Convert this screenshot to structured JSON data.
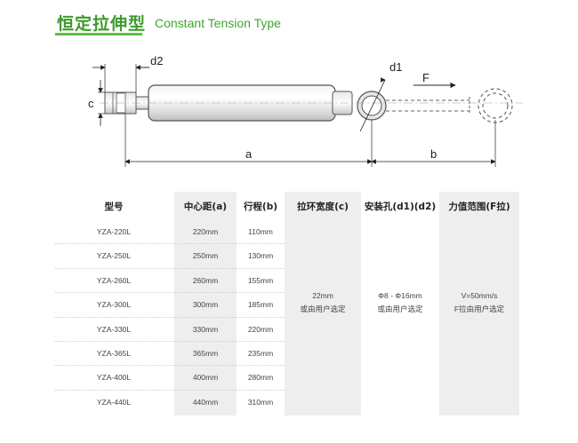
{
  "header": {
    "title_zh": "恒定拉伸型",
    "title_en": "Constant Tension Type"
  },
  "drawing": {
    "labels": {
      "d2": "d2",
      "c": "c",
      "d1": "d1",
      "F": "F",
      "a": "a",
      "b": "b"
    }
  },
  "table": {
    "headers": [
      "型号",
      "中心距(a)",
      "行程(b)",
      "拉环宽度(c)",
      "安装孔(d1)(d2)",
      "力值范围(F拉)"
    ],
    "rows": [
      {
        "model": "YZA-220L",
        "a": "220mm",
        "b": "110mm"
      },
      {
        "model": "YZA-250L",
        "a": "250mm",
        "b": "130mm"
      },
      {
        "model": "YZA-260L",
        "a": "260mm",
        "b": "155mm"
      },
      {
        "model": "YZA-300L",
        "a": "300mm",
        "b": "185mm"
      },
      {
        "model": "YZA-330L",
        "a": "330mm",
        "b": "220mm"
      },
      {
        "model": "YZA-365L",
        "a": "365mm",
        "b": "235mm"
      },
      {
        "model": "YZA-400L",
        "a": "400mm",
        "b": "280mm"
      },
      {
        "model": "YZA-440L",
        "a": "440mm",
        "b": "310mm"
      }
    ],
    "ring_width": {
      "line1": "22mm",
      "line2": "或由用户选定"
    },
    "mount_hole": {
      "line1": "Φ8 - Φ16mm",
      "line2": "或由用户选定"
    },
    "force_range": {
      "line1": "V=50mm/s",
      "line2": "F拉由用户选定"
    }
  }
}
